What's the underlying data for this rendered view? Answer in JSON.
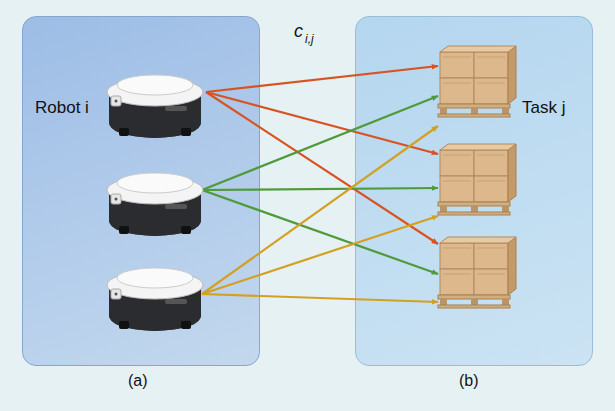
{
  "diagram": {
    "nodes": [
      {
        "text": [
          "Robot i"
        ]
      },
      {
        "text": [
          "Task j"
        ]
      }
    ],
    "labels": [
      "c",
      "i,j",
      "(a)",
      "(b)"
    ]
  }
}
